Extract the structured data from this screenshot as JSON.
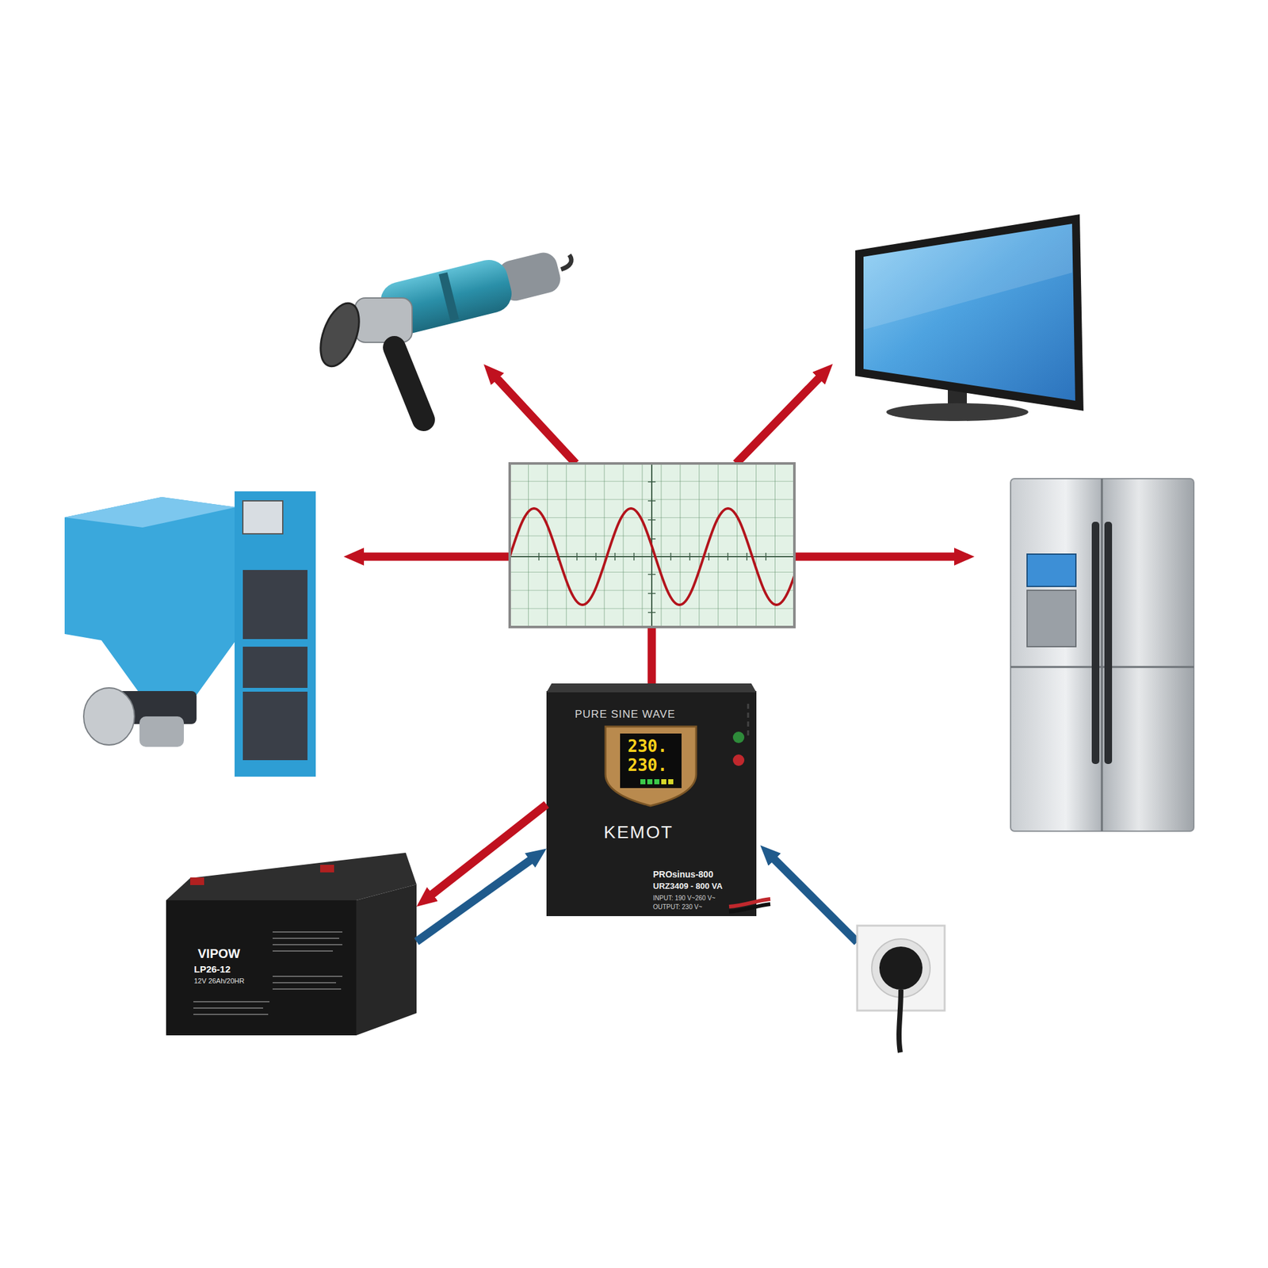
{
  "diagram": {
    "nodes": [
      {
        "text": [
          "PURE SINE WAVE",
          "KEMOT",
          "PROsinus-800",
          "URZ3409 - 800 VA",
          "INPUT: 190 V~260 V~",
          "OUTPUT: 230 V~"
        ]
      },
      {
        "text": [
          "230.",
          "230."
        ],
        "in": 0
      },
      {
        "text": [
          "VIPOW",
          "LP26-12",
          "12V 26Ah/20HR"
        ]
      }
    ],
    "edges": [
      {
        "from": 0,
        "to": 2,
        "arrow": "to"
      },
      {
        "from": 2,
        "to": 0,
        "arrow": "to"
      }
    ]
  }
}
